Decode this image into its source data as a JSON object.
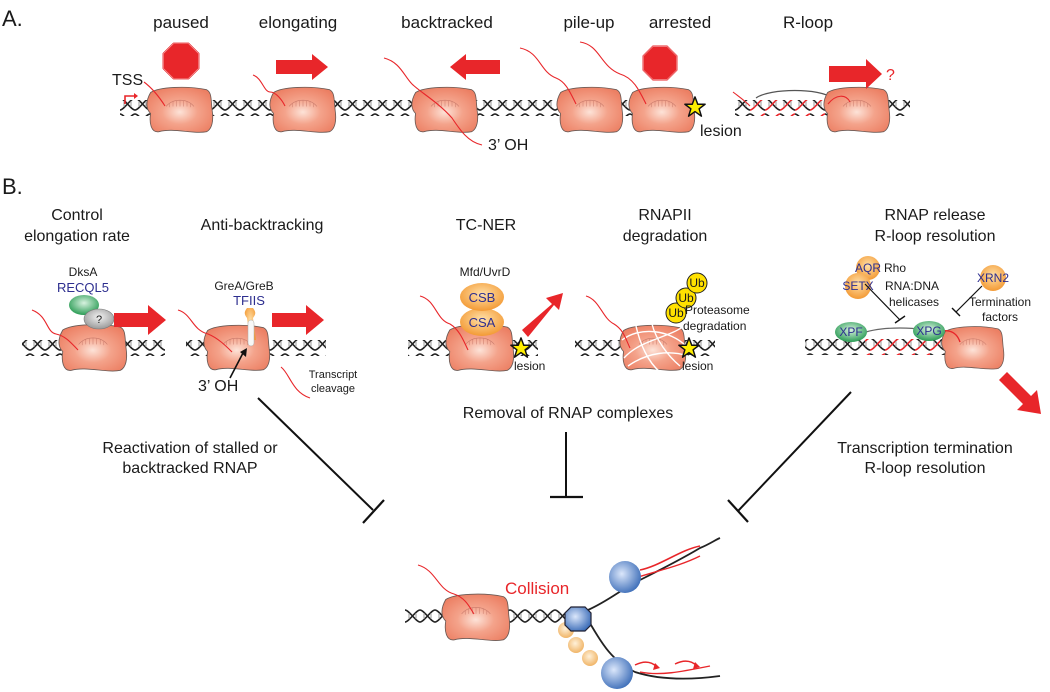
{
  "figure": {
    "panel_a": {
      "label": "A.",
      "states": [
        {
          "label": "paused",
          "indicator": "stop-sign"
        },
        {
          "label": "elongating",
          "indicator": "arrow-right"
        },
        {
          "label": "backtracked",
          "indicator": "arrow-left"
        },
        {
          "label": "pile-up",
          "indicator": "none"
        },
        {
          "label": "arrested",
          "indicator": "stop-sign"
        },
        {
          "label": "R-loop",
          "indicator": "arrow-right-question"
        }
      ],
      "tss_label": "TSS",
      "three_oh_label": "3’ OH",
      "lesion_label": "lesion",
      "question_mark": "?"
    },
    "panel_b": {
      "label": "B.",
      "mechanisms": [
        {
          "title_line1": "Control",
          "title_line2": "elongation rate",
          "factor_black": "DksA",
          "factor_blue": "RECQL5",
          "unknown": "?"
        },
        {
          "title_line1": "Anti-backtracking",
          "title_line2": "",
          "factor_black": "GreA/GreB",
          "factor_blue": "TFIIS",
          "three_oh": "3’ OH",
          "note_line1": "Transcript",
          "note_line2": "cleavage"
        },
        {
          "title_line1": "TC-NER",
          "title_line2": "",
          "factor_black": "Mfd/UvrD",
          "protein_top": "CSB",
          "protein_bottom": "CSA",
          "lesion": "lesion"
        },
        {
          "title_line1": "RNAPII",
          "title_line2": "degradation",
          "ub": [
            "Ub",
            "Ub",
            "Ub"
          ],
          "note_line1": "Proteasome",
          "note_line2": "degradation",
          "lesion": "lesion"
        },
        {
          "title_line1": "RNAP release",
          "title_line2": "R-loop resolution",
          "aqr": "AQR",
          "setx": "SETX",
          "rho": "Rho",
          "helicase_line1": "RNA:DNA",
          "helicase_line2": "helicases",
          "xrn2": "XRN2",
          "term_line1": "Termination",
          "term_line2": "factors",
          "xpf": "XPF",
          "xpg": "XPG"
        }
      ],
      "outcomes": {
        "left_line1": "Reactivation of stalled or",
        "left_line2": "backtracked RNAP",
        "center": "Removal of RNAP complexes",
        "right_line1": "Transcription termination",
        "right_line2": "R-loop resolution"
      },
      "collision_label": "Collision"
    },
    "colors": {
      "rnap": "#f08a6e",
      "arrow_red": "#e8262a",
      "factor_blue_text": "#2d2e8f",
      "orange_protein": "#f5a34a",
      "green_protein": "#2fa35a",
      "lesion_star": "#ffee00",
      "replisome_blue": "#4a7cc4"
    }
  }
}
